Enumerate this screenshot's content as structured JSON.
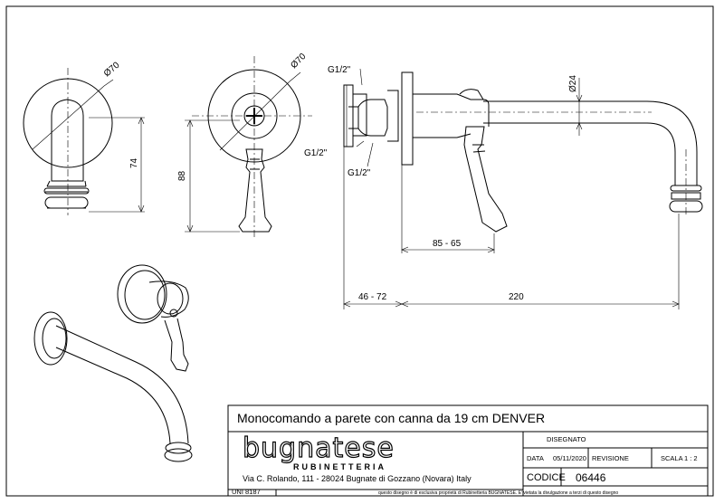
{
  "views": {
    "side_left": {
      "diameter": "Ø70",
      "height": "74"
    },
    "front": {
      "diameter": "Ø70",
      "height": "88"
    },
    "section": {
      "thread_top": "G1/2\"",
      "thread_mid": "G1/2\"",
      "thread_bot": "G1/2\"",
      "diameter": "Ø24",
      "depth_handle": "85 - 65",
      "wall": "46 - 72",
      "spout_length": "220"
    }
  },
  "title_block": {
    "title": "Monocomando a parete con canna da 19 cm DENVER",
    "brand": "bugnatese",
    "brand_sub": "RUBINETTERIA",
    "address": "Via C. Rolando, 111 - 28024 Bugnate di Gozzano (Novara) Italy",
    "disegnato_label": "DISEGNATO",
    "data_label": "DATA",
    "data_value": "05/11/2020",
    "revisione_label": "REVISIONE",
    "scala_label": "SCALA",
    "scala_value": "1 : 2",
    "codice_label": "CODICE",
    "codice_value": "06446",
    "uni": "UNI 8187",
    "notice": "questo disegno è di esclusiva proprietà di Rubinetteria BUGNATESE. E' vietata la divulgazione a terzi di questo disegno"
  }
}
